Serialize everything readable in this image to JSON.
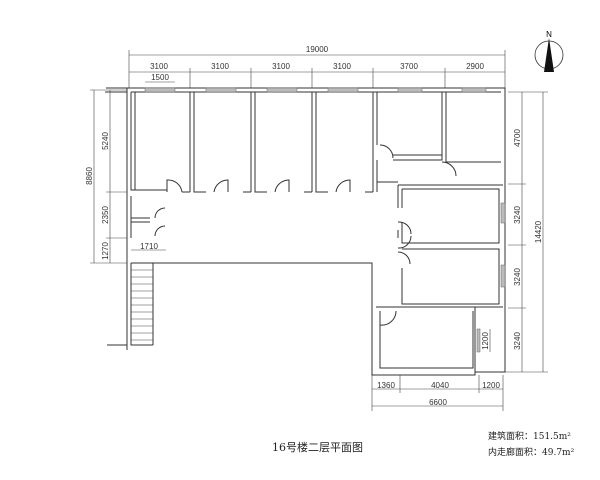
{
  "title": "16号楼二层平面图",
  "areas": {
    "building": "建筑面积：151.5m²",
    "corridor": "内走廊面积：49.7m²"
  },
  "north_label": "N",
  "dims": {
    "total_width": "19000",
    "bays": [
      "3100",
      "3100",
      "3100",
      "3100",
      "3700",
      "2900"
    ],
    "window": "1500",
    "left": [
      "5240",
      "2350",
      "1270"
    ],
    "left_total": "8860",
    "left_small": "1710",
    "right": [
      "4700",
      "3240",
      "3240",
      "3240"
    ],
    "right_total": "14420",
    "side_window": "1200",
    "bottom": [
      "1360",
      "4040",
      "1200"
    ],
    "bottom_total": "6600"
  }
}
